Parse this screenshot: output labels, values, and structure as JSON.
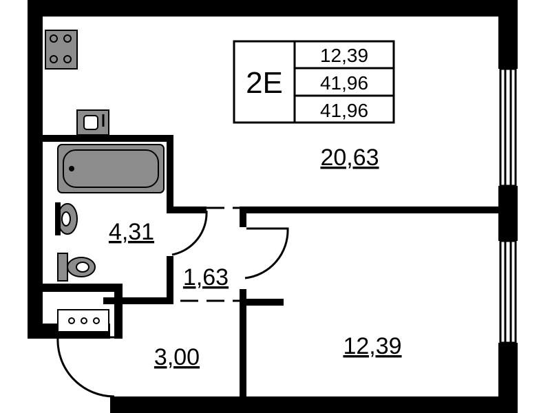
{
  "plan": {
    "unit_code": "2E",
    "summary": [
      "12,39",
      "41,96",
      "41,96"
    ],
    "rooms": {
      "kitchen_living": "20,63",
      "bedroom": "12,39",
      "bathroom": "4,31",
      "corridor": "1,63",
      "hall": "3,00"
    }
  },
  "colors": {
    "wall": "#000000",
    "fixture": "#8c8c8c",
    "background": "#ffffff"
  }
}
